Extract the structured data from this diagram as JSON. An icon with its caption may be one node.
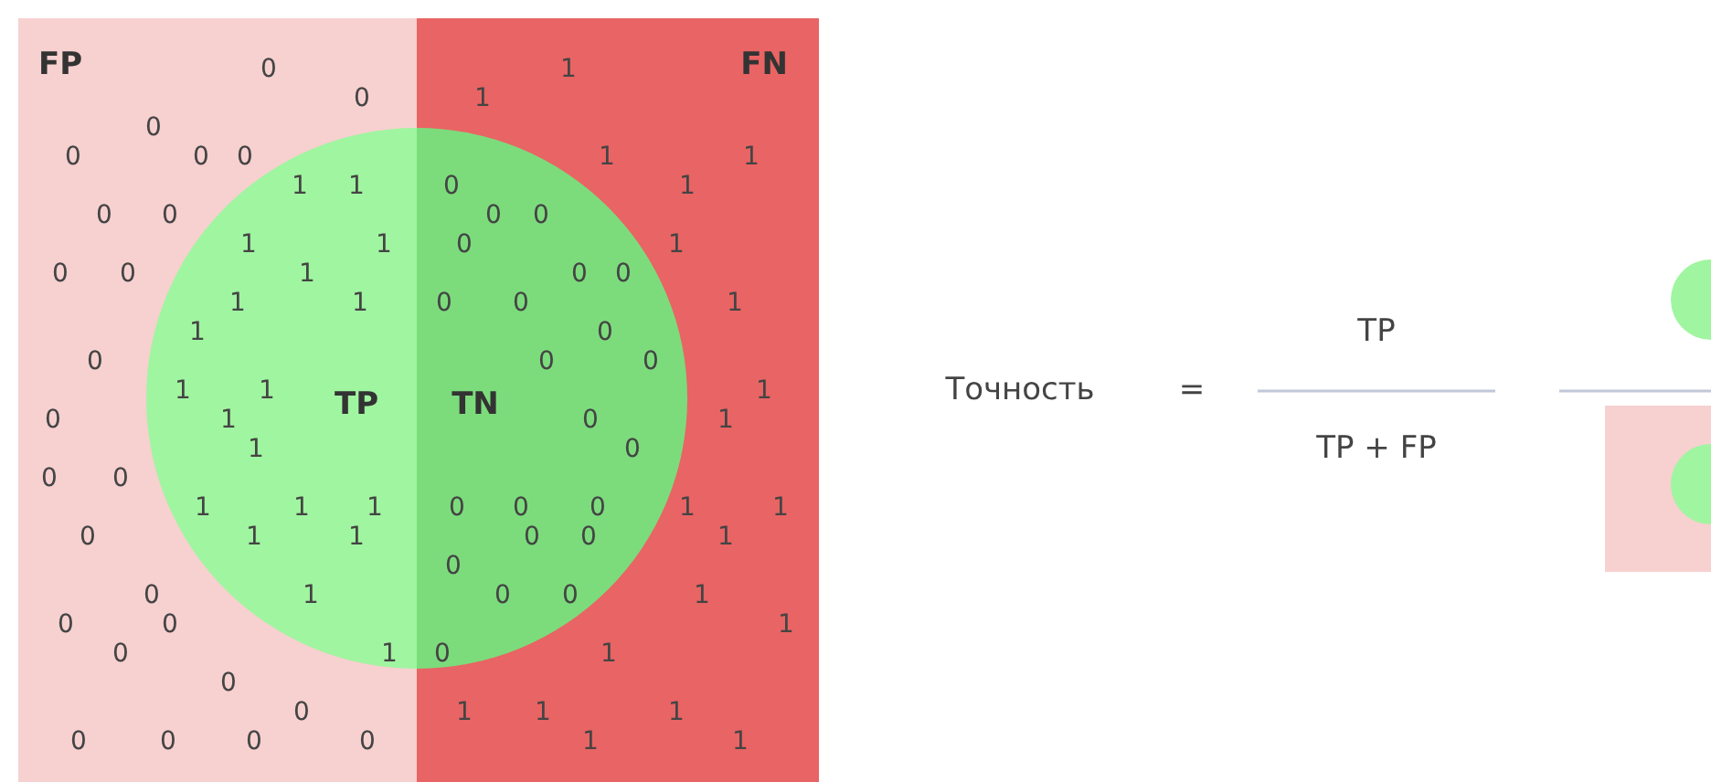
{
  "diagram": {
    "nodes": [
      {
        "text": [
          "FP"
        ]
      },
      {
        "text": [
          "FN"
        ]
      },
      {
        "text": [
          "TP"
        ],
        "in": 0
      },
      {
        "text": [
          "TN"
        ],
        "in": 1
      }
    ],
    "labels": [
      "0",
      "1",
      "0",
      "1",
      "0",
      "0",
      "0",
      "0",
      "1",
      "1",
      "1",
      "1",
      "0",
      "1",
      "0",
      "0",
      "0",
      "0",
      "1",
      "1",
      "0",
      "1",
      "0",
      "0",
      "1",
      "0",
      "0",
      "1",
      "1",
      "0",
      "0",
      "1",
      "1",
      "0",
      "TP",
      "0",
      "0",
      "0",
      "1",
      "1",
      "1",
      "Точность",
      "=",
      "0",
      "1",
      "0",
      "1",
      "1",
      "0",
      "TP + FP",
      "0",
      "0",
      "1",
      "1",
      "1",
      "0",
      "0",
      "0",
      "1",
      "1",
      "0",
      "1",
      "1",
      "0",
      "0",
      "1",
      "0",
      "0",
      "1",
      "0",
      "0",
      "1",
      "0",
      "0",
      "1",
      "0",
      "1",
      "0",
      "1",
      "0",
      "0",
      "1",
      "1",
      "1",
      "0",
      "0",
      "0",
      "0",
      "1",
      "1"
    ]
  }
}
